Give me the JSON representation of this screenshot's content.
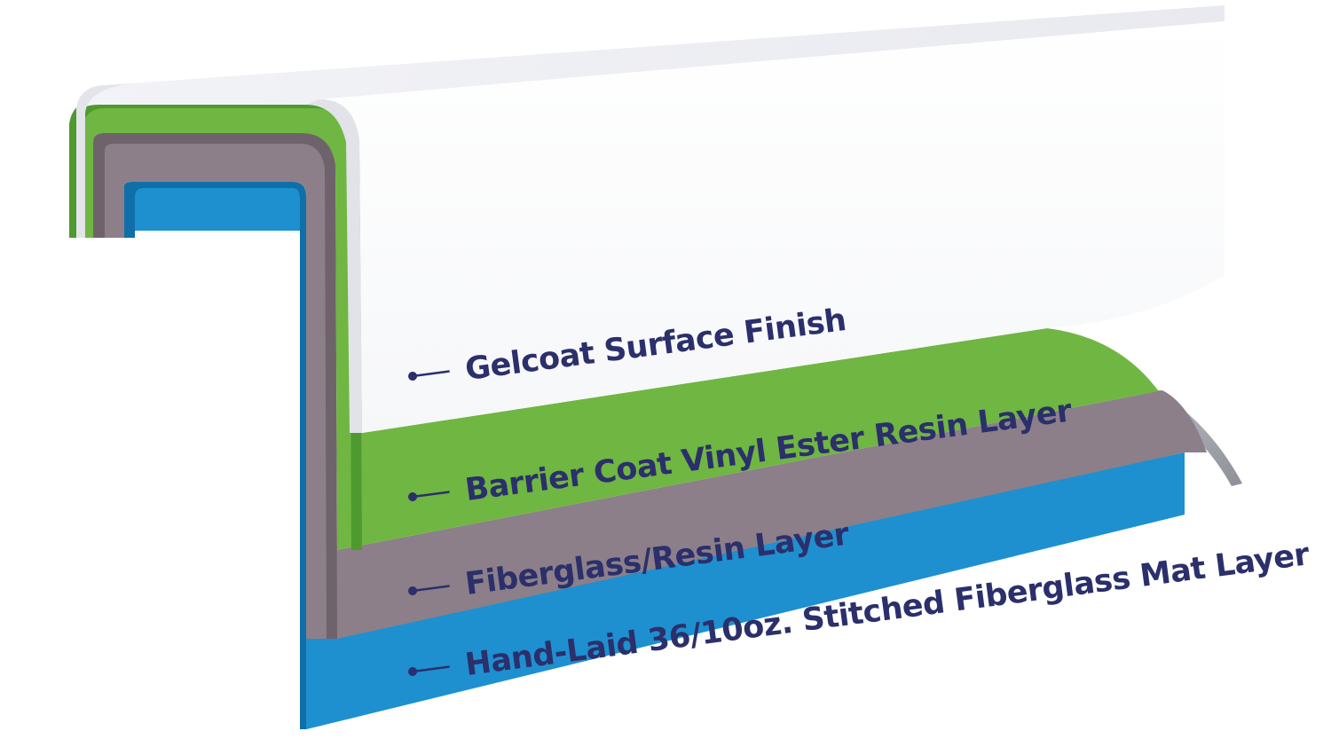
{
  "diagram": {
    "layers": [
      {
        "id": "gelcoat",
        "label": "Gelcoat Surface Finish",
        "color": "#ffffff"
      },
      {
        "id": "barrier",
        "label": "Barrier Coat Vinyl Ester Resin Layer",
        "color": "#6fb642"
      },
      {
        "id": "fiberglass",
        "label": "Fiberglass/Resin Layer",
        "color": "#8c7f89"
      },
      {
        "id": "mat",
        "label": "Hand-Laid 36/10oz. Stitched Fiberglass Mat Layer",
        "color": "#1e90cf"
      }
    ],
    "label_color": "#2b2f6b",
    "pointer_color": "#2b2f6b"
  }
}
